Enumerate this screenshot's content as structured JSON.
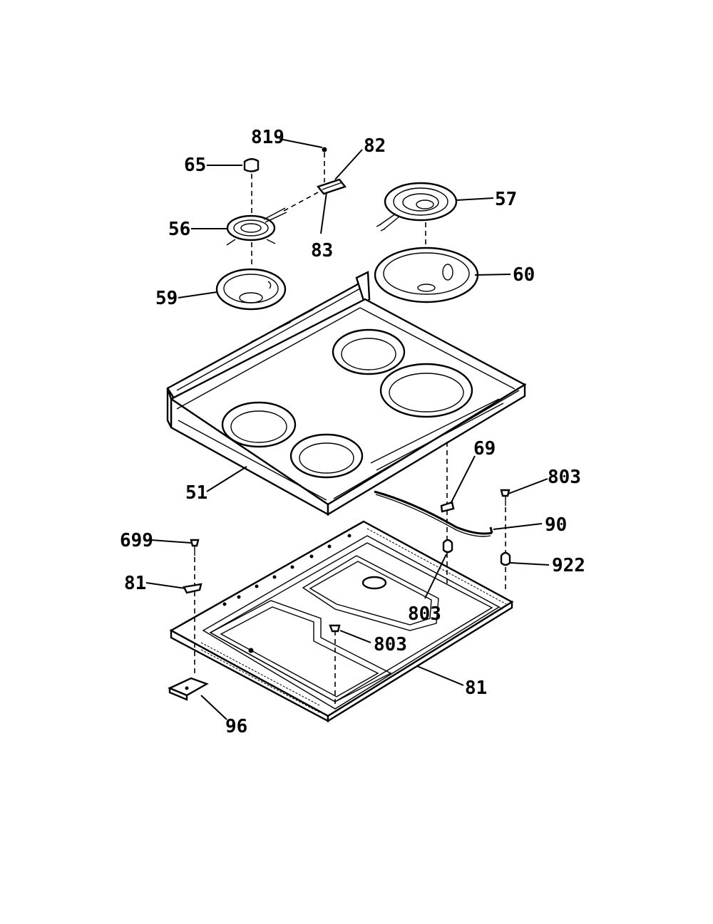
{
  "labels": {
    "p819": "819",
    "p82": "82",
    "p65": "65",
    "p57": "57",
    "p56": "56",
    "p83": "83",
    "p60": "60",
    "p59": "59",
    "p69": "69",
    "p51": "51",
    "p803a": "803",
    "p699": "699",
    "p90": "90",
    "p922": "922",
    "p81a": "81",
    "p803b": "803",
    "p803c": "803",
    "p81b": "81",
    "p96": "96"
  },
  "colors": {
    "ink": "#000000",
    "paper": "#ffffff"
  }
}
